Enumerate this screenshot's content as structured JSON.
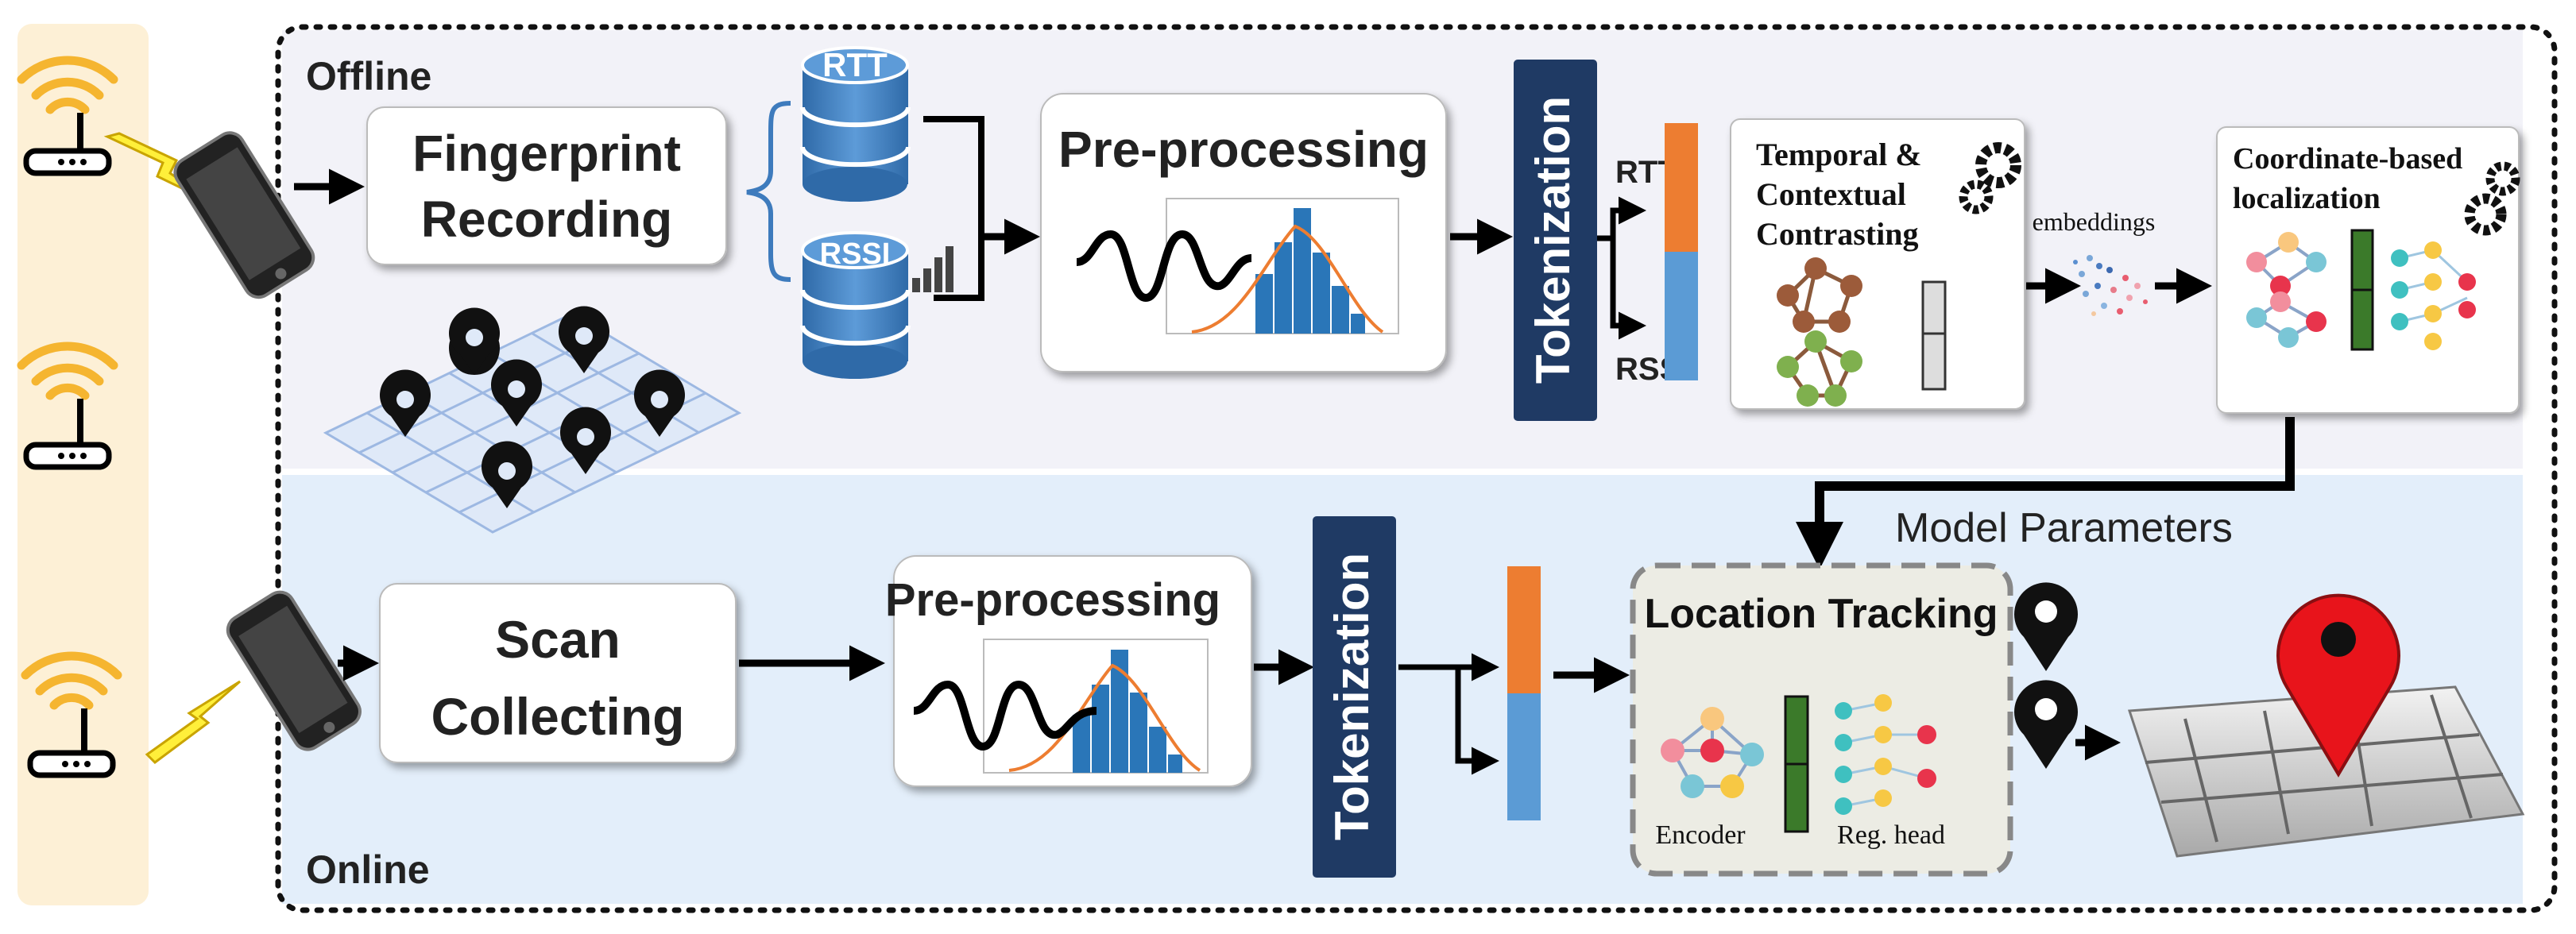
{
  "sections": {
    "offline": "Offline",
    "online": "Online"
  },
  "offline": {
    "fingerprint_line1": "Fingerprint",
    "fingerprint_line2": "Recording",
    "db_rtt": "RTT",
    "db_rssi": "RSSI",
    "preprocessing": "Pre-processing",
    "tokenization": "Tokenization",
    "token_rtt": "RTT",
    "token_rssi": "RSSI",
    "contrast_line1": "Temporal &",
    "contrast_line2": "Contextual",
    "contrast_line3": "Contrasting",
    "embeddings": "embeddings",
    "localization_line1": "Coordinate-based",
    "localization_line2": "localization"
  },
  "model_parameters": "Model Parameters",
  "online": {
    "scan_line1": "Scan",
    "scan_line2": "Collecting",
    "preprocessing": "Pre-processing",
    "tokenization": "Tokenization",
    "tracking_title": "Location Tracking",
    "encoder": "Encoder",
    "reg_head": "Reg. head"
  },
  "colors": {
    "offline_bg": "#f2f2f8",
    "online_bg": "#e3eefa",
    "ap_strip": "#fdf0d6",
    "wifi": "#f5b530",
    "token_box": "#1f3a64",
    "rtt_token": "#ed7d31",
    "rssi_token": "#5b9bd5",
    "database": "#3e7bbd",
    "pin": "#111111",
    "map_pin": "#e8141b",
    "encoder_bar": "#3b7a2a"
  },
  "icons": [
    "router-icon",
    "wifi-icon",
    "smartphone-icon",
    "lightning-icon",
    "database-icon",
    "signal-bars-icon",
    "location-pin-icon",
    "gear-icon",
    "map-icon"
  ]
}
